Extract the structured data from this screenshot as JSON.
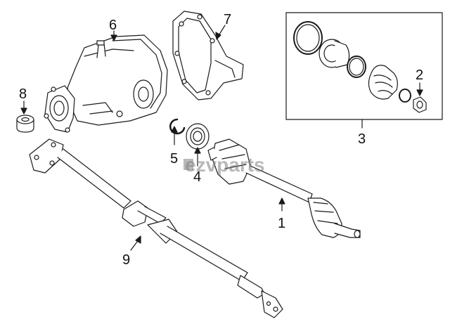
{
  "watermark": "ezvparts",
  "callouts": [
    {
      "id": "1",
      "label": "1"
    },
    {
      "id": "2",
      "label": "2"
    },
    {
      "id": "3",
      "label": "3"
    },
    {
      "id": "4",
      "label": "4"
    },
    {
      "id": "5",
      "label": "5"
    },
    {
      "id": "6",
      "label": "6"
    },
    {
      "id": "7",
      "label": "7"
    },
    {
      "id": "8",
      "label": "8"
    },
    {
      "id": "9",
      "label": "9"
    }
  ],
  "colors": {
    "line": "#1a1a1a",
    "fill": "#ffffff",
    "watermark": "#7f7f7f"
  }
}
